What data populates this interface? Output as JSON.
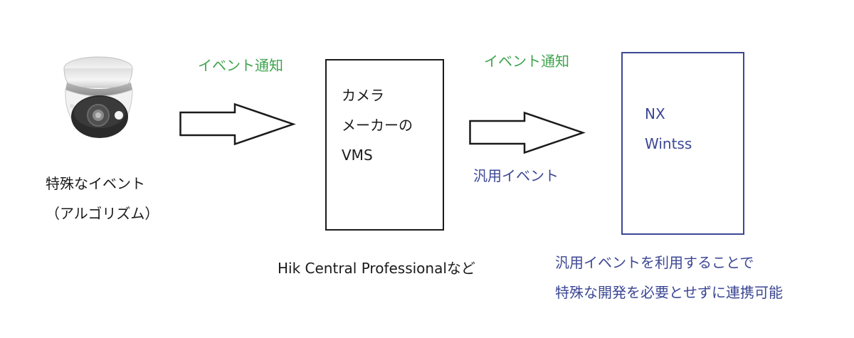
{
  "camera": {
    "icon": "dome-camera-icon",
    "caption_line1": "特殊なイベント",
    "caption_line2": "（アルゴリズム）"
  },
  "arrow1": {
    "label": "イベント通知"
  },
  "vms": {
    "lines": [
      "カメラ",
      "メーカーの",
      "VMS"
    ],
    "caption": "Hik Central Professionalなど"
  },
  "arrow2": {
    "label_top": "イベント通知",
    "label_bottom": "汎用イベント"
  },
  "nx": {
    "lines": [
      "NX",
      "Wintss"
    ]
  },
  "note": {
    "line1": "汎用イベントを利用することで",
    "line2": "特殊な開発を必要とせずに連携可能"
  },
  "colors": {
    "green": "#3fa34d",
    "blue": "#3c4794",
    "black": "#1a1a1a"
  }
}
